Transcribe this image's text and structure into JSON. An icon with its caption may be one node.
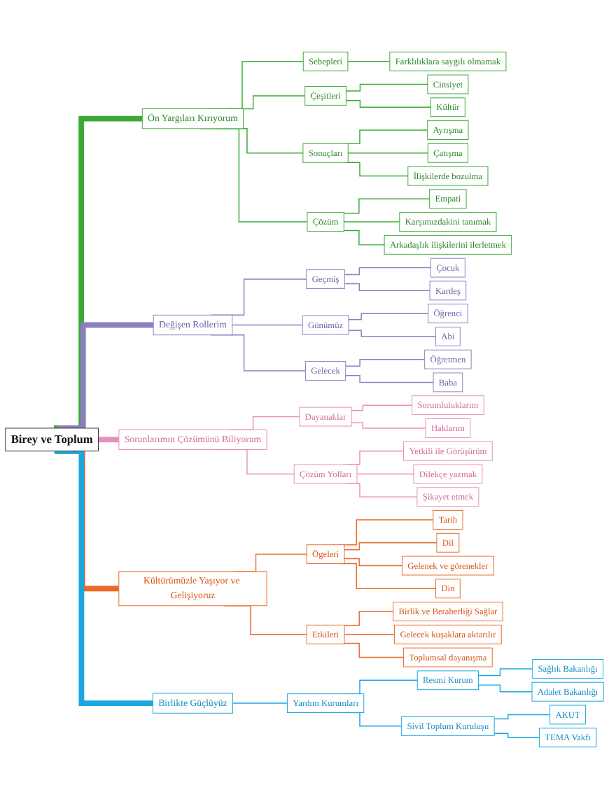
{
  "diagram": {
    "nodes": [
      {
        "text": [
          "Birey ve Toplum"
        ]
      },
      {
        "text": [
          "Ön Yargıları Kırıyorum"
        ]
      },
      {
        "text": [
          "Sebepleri"
        ]
      },
      {
        "text": [
          "Farklılıklara saygılı olmamak"
        ]
      },
      {
        "text": [
          "Çeşitleri"
        ]
      },
      {
        "text": [
          "Cinsiyet"
        ]
      },
      {
        "text": [
          "Kültür"
        ]
      },
      {
        "text": [
          "Sonuçları"
        ]
      },
      {
        "text": [
          "Ayrışma"
        ]
      },
      {
        "text": [
          "Çatışma"
        ]
      },
      {
        "text": [
          "İlişkilerde bozulma"
        ]
      },
      {
        "text": [
          "Çözüm"
        ]
      },
      {
        "text": [
          "Empati"
        ]
      },
      {
        "text": [
          "Karşımızdakini tanımak"
        ]
      },
      {
        "text": [
          "Arkadaşlık ilişkilerini ilerletmek"
        ]
      },
      {
        "text": [
          "Değişen Rollerim"
        ]
      },
      {
        "text": [
          "Geçmiş"
        ]
      },
      {
        "text": [
          "Çocuk"
        ]
      },
      {
        "text": [
          "Kardeş"
        ]
      },
      {
        "text": [
          "Günümüz"
        ]
      },
      {
        "text": [
          "Öğrenci"
        ]
      },
      {
        "text": [
          "Abi"
        ]
      },
      {
        "text": [
          "Gelecek"
        ]
      },
      {
        "text": [
          "Öğretmen"
        ]
      },
      {
        "text": [
          "Baba"
        ]
      },
      {
        "text": [
          "Sorunlarımın Çözümünü Biliyorum"
        ]
      },
      {
        "text": [
          "Dayanaklar"
        ]
      },
      {
        "text": [
          "Sorumluluklarım"
        ]
      },
      {
        "text": [
          "Haklarım"
        ]
      },
      {
        "text": [
          "Çözüm Yolları"
        ]
      },
      {
        "text": [
          "Yetkili ile Görüşürüm"
        ]
      },
      {
        "text": [
          "Dilekçe yazmak"
        ]
      },
      {
        "text": [
          "Şikayet etmek"
        ]
      },
      {
        "text": [
          "Kültürümüzle Yaşıyor ve Gelişiyoruz"
        ]
      },
      {
        "text": [
          "Ögeleri"
        ]
      },
      {
        "text": [
          "Tarih"
        ]
      },
      {
        "text": [
          "Dil"
        ]
      },
      {
        "text": [
          "Gelenek ve görenekler"
        ]
      },
      {
        "text": [
          "Din"
        ]
      },
      {
        "text": [
          "Etkileri"
        ]
      },
      {
        "text": [
          "Birlik ve Beraberliği Sağlar"
        ]
      },
      {
        "text": [
          "Gelecek kuşaklara aktarılır"
        ]
      },
      {
        "text": [
          "Toplumsal dayanışma"
        ]
      },
      {
        "text": [
          "Birlikte Güçlüyüz"
        ]
      },
      {
        "text": [
          "Yardım Kurumları"
        ]
      },
      {
        "text": [
          "Resmi Kurum"
        ]
      },
      {
        "text": [
          "Sağlık Bakanlığı"
        ]
      },
      {
        "text": [
          "Adalet Bakanlığı"
        ]
      },
      {
        "text": [
          "Sivil Toplum Kuruluşu"
        ]
      },
      {
        "text": [
          "AKUT"
        ]
      },
      {
        "text": [
          "TEMA Vakfı"
        ]
      }
    ],
    "edges": [
      {
        "from": 0,
        "to": 1,
        "arrow": "none",
        "style": "thick",
        "color": "#3aaa35"
      },
      {
        "from": 1,
        "to": 2,
        "arrow": "none",
        "color": "#3aaa35"
      },
      {
        "from": 2,
        "to": 3,
        "arrow": "none",
        "color": "#3aaa35"
      },
      {
        "from": 1,
        "to": 4,
        "arrow": "none",
        "color": "#3aaa35"
      },
      {
        "from": 4,
        "to": 5,
        "arrow": "none",
        "color": "#3aaa35"
      },
      {
        "from": 4,
        "to": 6,
        "arrow": "none",
        "color": "#3aaa35"
      },
      {
        "from": 1,
        "to": 7,
        "arrow": "none",
        "color": "#3aaa35"
      },
      {
        "from": 7,
        "to": 8,
        "arrow": "none",
        "color": "#3aaa35"
      },
      {
        "from": 7,
        "to": 9,
        "arrow": "none",
        "color": "#3aaa35"
      },
      {
        "from": 7,
        "to": 10,
        "arrow": "none",
        "color": "#3aaa35"
      },
      {
        "from": 1,
        "to": 11,
        "arrow": "none",
        "color": "#3aaa35"
      },
      {
        "from": 11,
        "to": 12,
        "arrow": "none",
        "color": "#3aaa35"
      },
      {
        "from": 11,
        "to": 13,
        "arrow": "none",
        "color": "#3aaa35"
      },
      {
        "from": 11,
        "to": 14,
        "arrow": "none",
        "color": "#3aaa35"
      },
      {
        "from": 0,
        "to": 15,
        "arrow": "none",
        "style": "thick",
        "color": "#8a7fbf"
      },
      {
        "from": 15,
        "to": 16,
        "arrow": "none",
        "color": "#8a7fbf"
      },
      {
        "from": 16,
        "to": 17,
        "arrow": "none",
        "color": "#8a7fbf"
      },
      {
        "from": 16,
        "to": 18,
        "arrow": "none",
        "color": "#8a7fbf"
      },
      {
        "from": 15,
        "to": 19,
        "arrow": "none",
        "color": "#8a7fbf"
      },
      {
        "from": 19,
        "to": 20,
        "arrow": "none",
        "color": "#8a7fbf"
      },
      {
        "from": 19,
        "to": 21,
        "arrow": "none",
        "color": "#8a7fbf"
      },
      {
        "from": 15,
        "to": 22,
        "arrow": "none",
        "color": "#8a7fbf"
      },
      {
        "from": 22,
        "to": 23,
        "arrow": "none",
        "color": "#8a7fbf"
      },
      {
        "from": 22,
        "to": 24,
        "arrow": "none",
        "color": "#8a7fbf"
      },
      {
        "from": 0,
        "to": 25,
        "arrow": "none",
        "style": "thick",
        "color": "#e98fb9"
      },
      {
        "from": 25,
        "to": 26,
        "arrow": "none",
        "color": "#e98fb9"
      },
      {
        "from": 26,
        "to": 27,
        "arrow": "none",
        "color": "#e98fb9"
      },
      {
        "from": 26,
        "to": 28,
        "arrow": "none",
        "color": "#e98fb9"
      },
      {
        "from": 25,
        "to": 29,
        "arrow": "none",
        "color": "#e98fb9"
      },
      {
        "from": 29,
        "to": 30,
        "arrow": "none",
        "color": "#e98fb9"
      },
      {
        "from": 29,
        "to": 31,
        "arrow": "none",
        "color": "#e98fb9"
      },
      {
        "from": 29,
        "to": 32,
        "arrow": "none",
        "color": "#e98fb9"
      },
      {
        "from": 0,
        "to": 33,
        "arrow": "none",
        "style": "thick",
        "color": "#ea6a2a"
      },
      {
        "from": 33,
        "to": 34,
        "arrow": "none",
        "color": "#ea6a2a"
      },
      {
        "from": 34,
        "to": 35,
        "arrow": "none",
        "color": "#ea6a2a"
      },
      {
        "from": 34,
        "to": 36,
        "arrow": "none",
        "color": "#ea6a2a"
      },
      {
        "from": 34,
        "to": 37,
        "arrow": "none",
        "color": "#ea6a2a"
      },
      {
        "from": 34,
        "to": 38,
        "arrow": "none",
        "color": "#ea6a2a"
      },
      {
        "from": 33,
        "to": 39,
        "arrow": "none",
        "color": "#ea6a2a"
      },
      {
        "from": 39,
        "to": 40,
        "arrow": "none",
        "color": "#ea6a2a"
      },
      {
        "from": 39,
        "to": 41,
        "arrow": "none",
        "color": "#ea6a2a"
      },
      {
        "from": 39,
        "to": 42,
        "arrow": "none",
        "color": "#ea6a2a"
      },
      {
        "from": 0,
        "to": 43,
        "arrow": "none",
        "style": "thick",
        "color": "#1ba6e0"
      },
      {
        "from": 43,
        "to": 44,
        "arrow": "none",
        "color": "#1ba6e0"
      },
      {
        "from": 44,
        "to": 45,
        "arrow": "none",
        "color": "#1ba6e0"
      },
      {
        "from": 45,
        "to": 46,
        "arrow": "none",
        "color": "#1ba6e0"
      },
      {
        "from": 45,
        "to": 47,
        "arrow": "none",
        "color": "#1ba6e0"
      },
      {
        "from": 44,
        "to": 48,
        "arrow": "none",
        "color": "#1ba6e0"
      },
      {
        "from": 48,
        "to": 49,
        "arrow": "none",
        "color": "#1ba6e0"
      },
      {
        "from": 48,
        "to": 50,
        "arrow": "none",
        "color": "#1ba6e0"
      }
    ]
  }
}
